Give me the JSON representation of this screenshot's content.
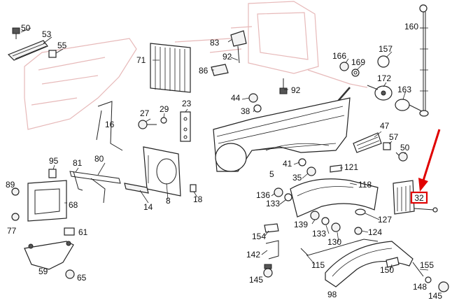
{
  "diagram": {
    "part_numbers": {
      "p50a": "50",
      "p53": "53",
      "p55": "55",
      "p71": "71",
      "p83": "83",
      "p92a": "92",
      "p86": "86",
      "p92b": "92",
      "p166": "166",
      "p169": "169",
      "p157": "157",
      "p160": "160",
      "p172": "172",
      "p163": "163",
      "p44": "44",
      "p38": "38",
      "p27": "27",
      "p29": "29",
      "p23": "23",
      "p16": "16",
      "p47": "47",
      "p57": "57",
      "p50b": "50",
      "p95": "95",
      "p81": "81",
      "p80": "80",
      "p41": "41",
      "p121": "121",
      "p5": "5",
      "p35": "35",
      "p89": "89",
      "p68": "68",
      "p14": "14",
      "p8": "8",
      "p18": "18",
      "p118": "118",
      "p136": "136",
      "p133a": "133",
      "p77": "77",
      "p61": "61",
      "p139": "139",
      "p133b": "133",
      "p127": "127",
      "p124": "124",
      "p154": "154",
      "p130": "130",
      "p142": "142",
      "p59": "59",
      "p115": "115",
      "p150": "150",
      "p155": "155",
      "p65": "65",
      "p145a": "145",
      "p98": "98",
      "p148": "148",
      "p145b": "145"
    },
    "highlighted_part": "32",
    "highlight_color": "#e00000",
    "line_color": "#222222",
    "ghost_color": "#e7b9b9"
  }
}
